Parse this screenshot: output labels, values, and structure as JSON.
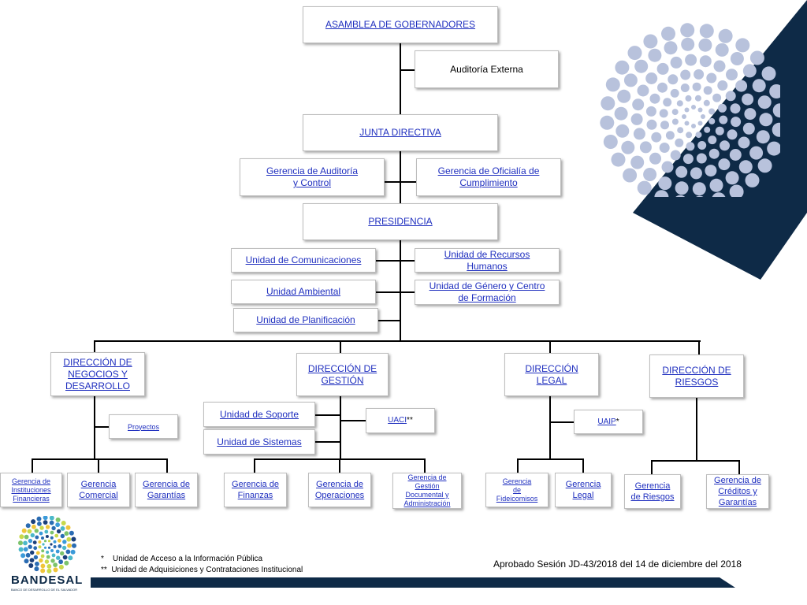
{
  "top": {
    "asamblea": "ASAMBLEA DE GOBERNADORES",
    "auditoria_externa": "Auditoría Externa",
    "junta": "JUNTA DIRECTIVA",
    "gerencia_auditoria_1": "Gerencia de Auditoría",
    "gerencia_auditoria_2": "y  Control",
    "gerencia_oficialia_1": "Gerencia de Oficialía de",
    "gerencia_oficialia_2": "Cumplimiento",
    "presidencia": "PRESIDENCIA"
  },
  "units": {
    "comunicaciones": "Unidad de Comunicaciones",
    "ambiental": " Unidad Ambiental",
    "planificacion": "Unidad de Planificación",
    "rrhh_1": "Unidad de Recursos",
    "rrhh_2": "Humanos",
    "genero_1": "Unidad de Género y Centro",
    "genero_2": "de Formación"
  },
  "directions": {
    "negocios_1": "DIRECCIÓN DE",
    "negocios_2": "NEGOCIOS Y",
    "negocios_3": "DESARROLLO",
    "gestion_1": "DIRECCIÓN DE",
    "gestion_2": "GESTIÓN",
    "legal_1": "DIRECCIÓN",
    "legal_2": "LEGAL",
    "riesgos_1": "DIRECCIÓN DE",
    "riesgos_2": "RIESGOS"
  },
  "sub_units": {
    "proyectos": "Proyectos",
    "soporte": "Unidad de Soporte",
    "sistemas": " Unidad de Sistemas",
    "uaci": "UACI",
    "uaci_suffix": "**",
    "uaip": "UAIP",
    "uaip_suffix": "*"
  },
  "gerencias": {
    "instituciones": [
      "Gerencia de",
      "Instituciones",
      "Financieras"
    ],
    "comercial": [
      "Gerencia",
      "Comercial"
    ],
    "garantias": [
      "Gerencia de",
      "Garantías"
    ],
    "finanzas": [
      "Gerencia de",
      "Finanzas"
    ],
    "operaciones": [
      "Gerencia de",
      "Operaciones"
    ],
    "documental": [
      "Gerencia de",
      "Gestión",
      "Documental y",
      "Administración"
    ],
    "fideicomisos": [
      "Gerencia",
      "de",
      "Fideicomisos"
    ],
    "legal": [
      "Gerencia",
      "Legal"
    ],
    "riesgos": [
      "Gerencia",
      "de Riesgos"
    ],
    "creditos": [
      "Gerencia de",
      "Créditos y",
      "Garantías"
    ]
  },
  "footer": {
    "note1": "*    Unidad de Acceso a la Información Pública",
    "note2": "**  Unidad de Adquisiciones y Contrataciones Institucional",
    "approved": "Aprobado Sesión JD-43/2018 del 14 de diciembre del 2018",
    "logo_text": "BANDESAL",
    "logo_subtext": "BANCO DE DESARROLLO DE EL SALVADOR"
  },
  "colors": {
    "navy": "#0e2a47",
    "link": "#1f2fbf",
    "dots": "#b8c2dc"
  }
}
